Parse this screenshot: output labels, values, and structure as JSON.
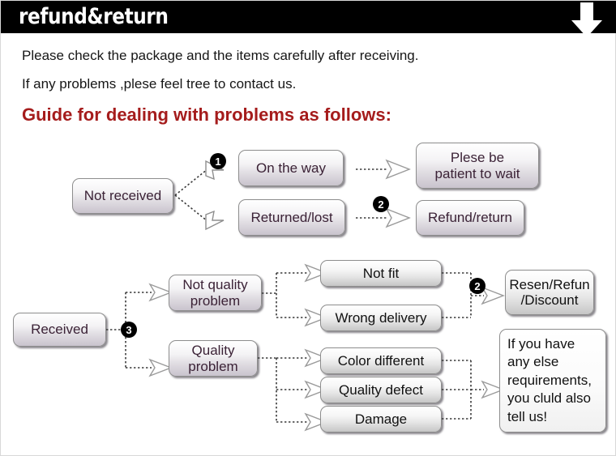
{
  "header": {
    "title": "refund&return",
    "arrow_icon": "arrow-down-icon"
  },
  "intro": {
    "line1": "Please check the package and the items carefully after receiving.",
    "line2": "If any problems ,plese feel tree to contact us.",
    "guide_heading": "Guide for dealing with problems as follows:",
    "guide_color": "#a51c1c"
  },
  "flow_not_received": {
    "start": "Not received",
    "branches": [
      {
        "label": "On the way",
        "badge": "1",
        "result": "Plese be\npatient to wait"
      },
      {
        "label": "Returned/lost",
        "badge": "2",
        "result": "Refund/return"
      }
    ],
    "node_on_the_way": "On the way",
    "node_returned_lost": "Returned/lost",
    "node_patient_l1": "Plese be",
    "node_patient_l2": "patient to wait",
    "node_refund_return": "Refund/return",
    "badge_1": "1",
    "badge_2": "2"
  },
  "flow_received": {
    "start": "Received",
    "badge_3": "3",
    "badge_2": "2",
    "node_not_quality_l1": "Not quality",
    "node_not_quality_l2": "problem",
    "node_quality_l1": "Quality",
    "node_quality_l2": "problem",
    "reasons_not_quality": [
      "Not fit",
      "Wrong delivery"
    ],
    "reasons_quality": [
      "Color different",
      "Quality defect",
      "Damage"
    ],
    "node_not_fit": "Not fit",
    "node_wrong_delivery": "Wrong delivery",
    "node_color_different": "Color different",
    "node_quality_defect": "Quality defect",
    "node_damage": "Damage",
    "outcome_resend_l1": "Resen/Refun",
    "outcome_resend_l2": "/Discount",
    "outcome_else_l1": "If you have",
    "outcome_else_l2": "any else",
    "outcome_else_l3": "requirements,",
    "outcome_else_l4": "you cluld also",
    "outcome_else_l5": "tell us!"
  },
  "colors": {
    "header_bg": "#000000",
    "header_text": "#ffffff",
    "node_text": "#3b2236",
    "node_text_plain": "#111111",
    "accent_red": "#a51c1c"
  }
}
